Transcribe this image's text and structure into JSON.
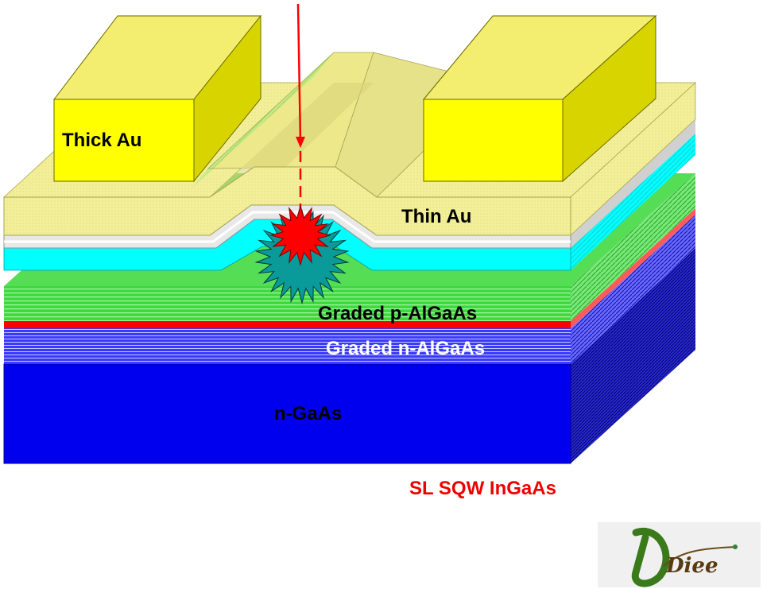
{
  "labels": {
    "thick_au": "Thick Au",
    "thin_au": "Thin Au",
    "graded_p": "Graded p-AlGaAs",
    "graded_n": "Graded n-AlGaAs",
    "n_gaas": "n-GaAs",
    "sl_sqw": "SL SQW InGaAs"
  },
  "logo": {
    "text": "Diee"
  },
  "colors": {
    "thick_au": "#ffff00",
    "thin_au": "#f2ef98",
    "cladding": "#00ffff",
    "graded_p": "#5ee05e",
    "quantum_well": "#ff0000",
    "graded_n": "#4b4bff",
    "substrate": "#0000ee",
    "beam": "#ff0000",
    "spot_outer": "#0a9a9a",
    "label_red": "#ee0000"
  }
}
